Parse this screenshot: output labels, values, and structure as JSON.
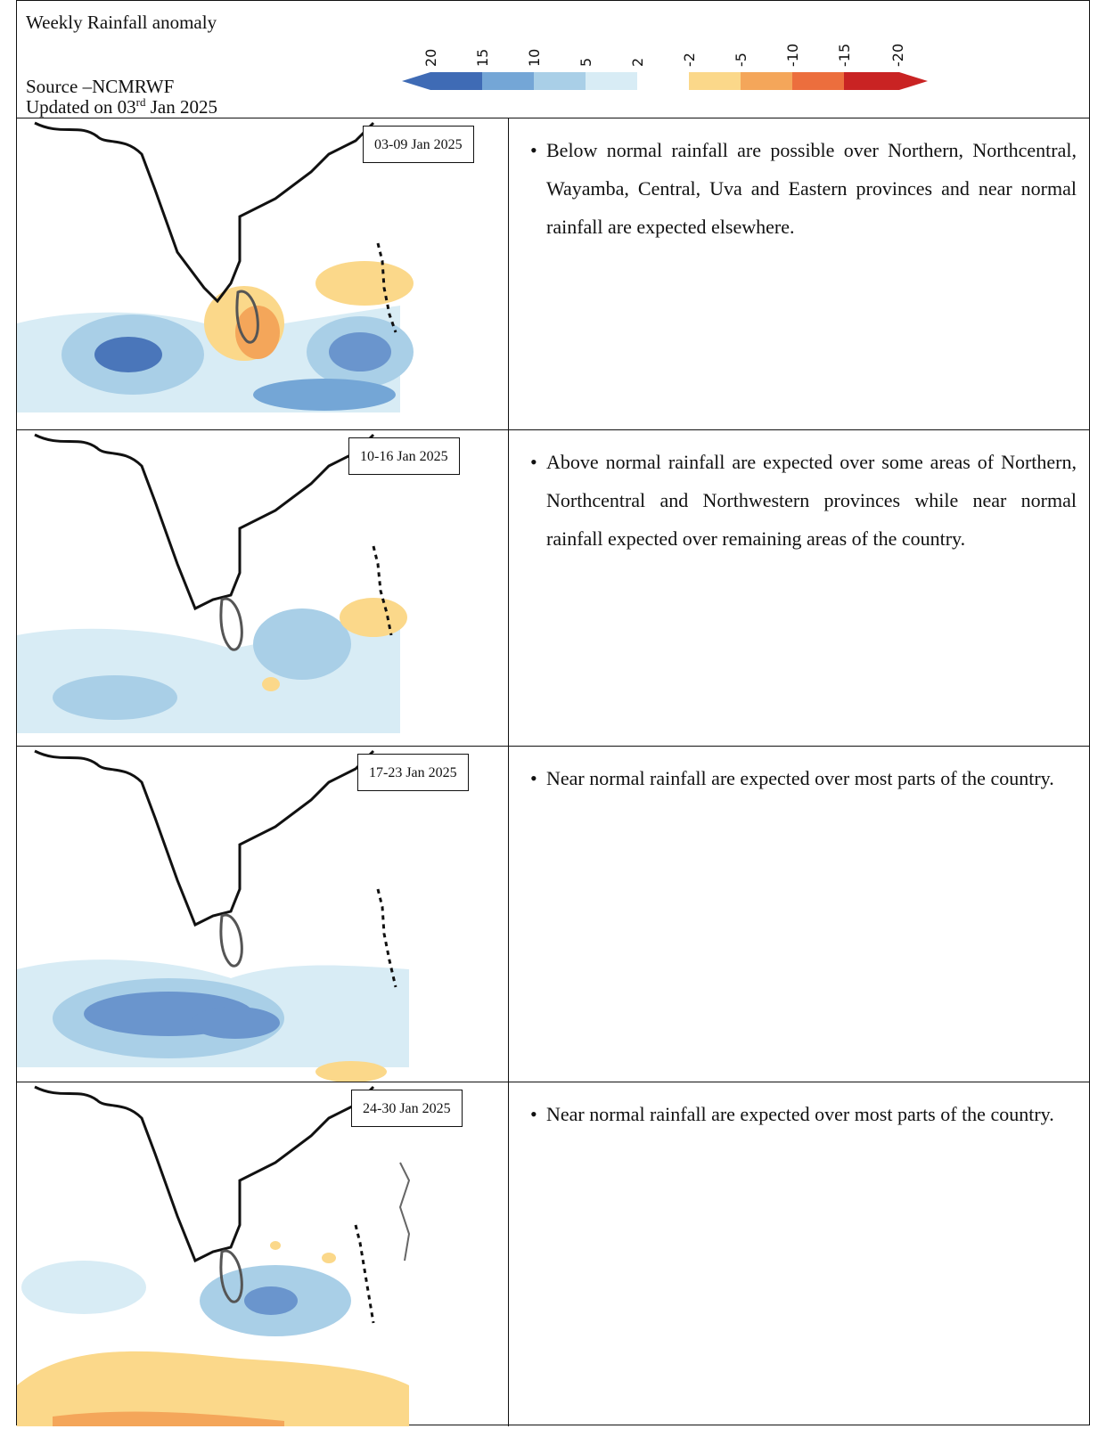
{
  "header": {
    "title": "Weekly Rainfall anomaly",
    "source": "Source –NCMRWF",
    "updated_prefix": "Updated on 03",
    "updated_sup": "rd",
    "updated_suffix": " Jan 2025"
  },
  "legend": {
    "ticks": [
      "20",
      "15",
      "10",
      "5",
      "2",
      "-2",
      "-5",
      "-10",
      "-15",
      "-20"
    ],
    "colors": [
      "#3f6bb5",
      "#74a6d6",
      "#a9cfe7",
      "#d8ecf5",
      "#ffffff",
      "#fbd88a",
      "#f4a65a",
      "#ec6e3d",
      "#c92323"
    ]
  },
  "forecasts": [
    {
      "date": "03-09 Jan 2025",
      "text": "Below normal rainfall are possible over Northern, Northcentral, Wayamba, Central, Uva and Eastern provinces and near normal rainfall are expected elsewhere."
    },
    {
      "date": "10-16 Jan 2025",
      "text": "Above normal rainfall are expected over some areas of Northern, Northcentral and Northwestern provinces while near normal rainfall expected over remaining areas of the country."
    },
    {
      "date": "17-23 Jan 2025",
      "text": "Near normal rainfall are expected over most parts of the country."
    },
    {
      "date": "24-30 Jan 2025",
      "text": "Near normal rainfall are expected over most parts of the country."
    }
  ]
}
